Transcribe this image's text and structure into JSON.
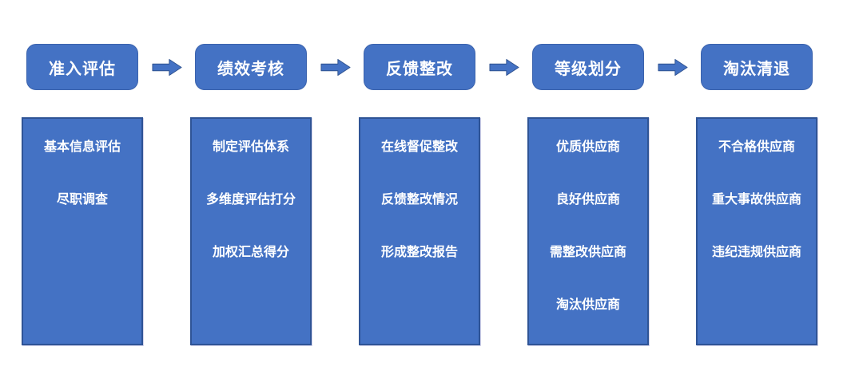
{
  "colors": {
    "background": "#FFFFFF",
    "box_fill": "#4472C4",
    "header_border": "#3B63AD",
    "body_border": "#2F5496",
    "arrow_fill": "#4472C4",
    "arrow_border": "#2F528F",
    "text": "#FFFFFF"
  },
  "flow": {
    "stages": [
      {
        "title": "准入评估",
        "items": [
          "基本信息评估",
          "尽职调查"
        ]
      },
      {
        "title": "绩效考核",
        "items": [
          "制定评估体系",
          "多维度评估打分",
          "加权汇总得分"
        ]
      },
      {
        "title": "反馈整改",
        "items": [
          "在线督促整改",
          "反馈整改情况",
          "形成整改报告"
        ]
      },
      {
        "title": "等级划分",
        "items": [
          "优质供应商",
          "良好供应商",
          "需整改供应商",
          "淘汰供应商"
        ]
      },
      {
        "title": "淘汰清退",
        "items": [
          "不合格供应商",
          "重大事故供应商",
          "违纪违规供应商"
        ]
      }
    ],
    "arrow_icon": "right-block-arrow"
  }
}
